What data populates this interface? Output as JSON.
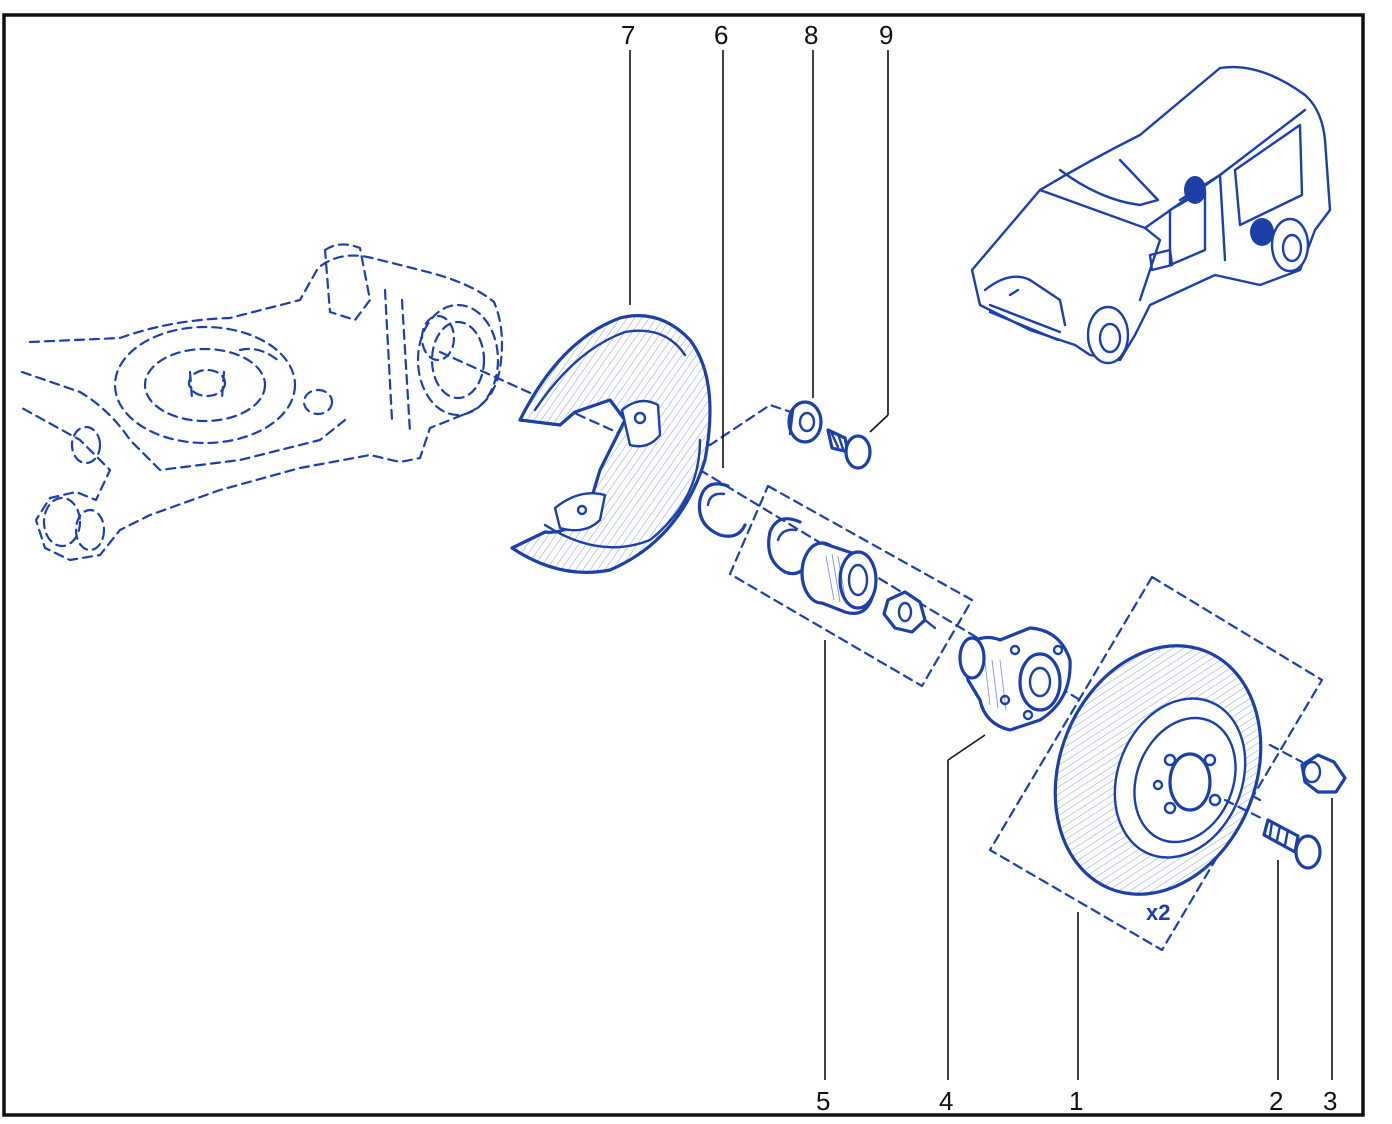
{
  "colors": {
    "ink": "#1c3fa8",
    "text": "#111111",
    "frame": "#111111",
    "background": "#ffffff"
  },
  "callouts": {
    "c7": "7",
    "c6": "6",
    "c8": "8",
    "c9": "9",
    "c5": "5",
    "c4": "4",
    "c1": "1",
    "c2": "2",
    "c3": "3"
  },
  "multiplier": "x2",
  "icons": {
    "vehicle": "van-location-icon",
    "knuckle": "rear-axle-arm-icon"
  }
}
